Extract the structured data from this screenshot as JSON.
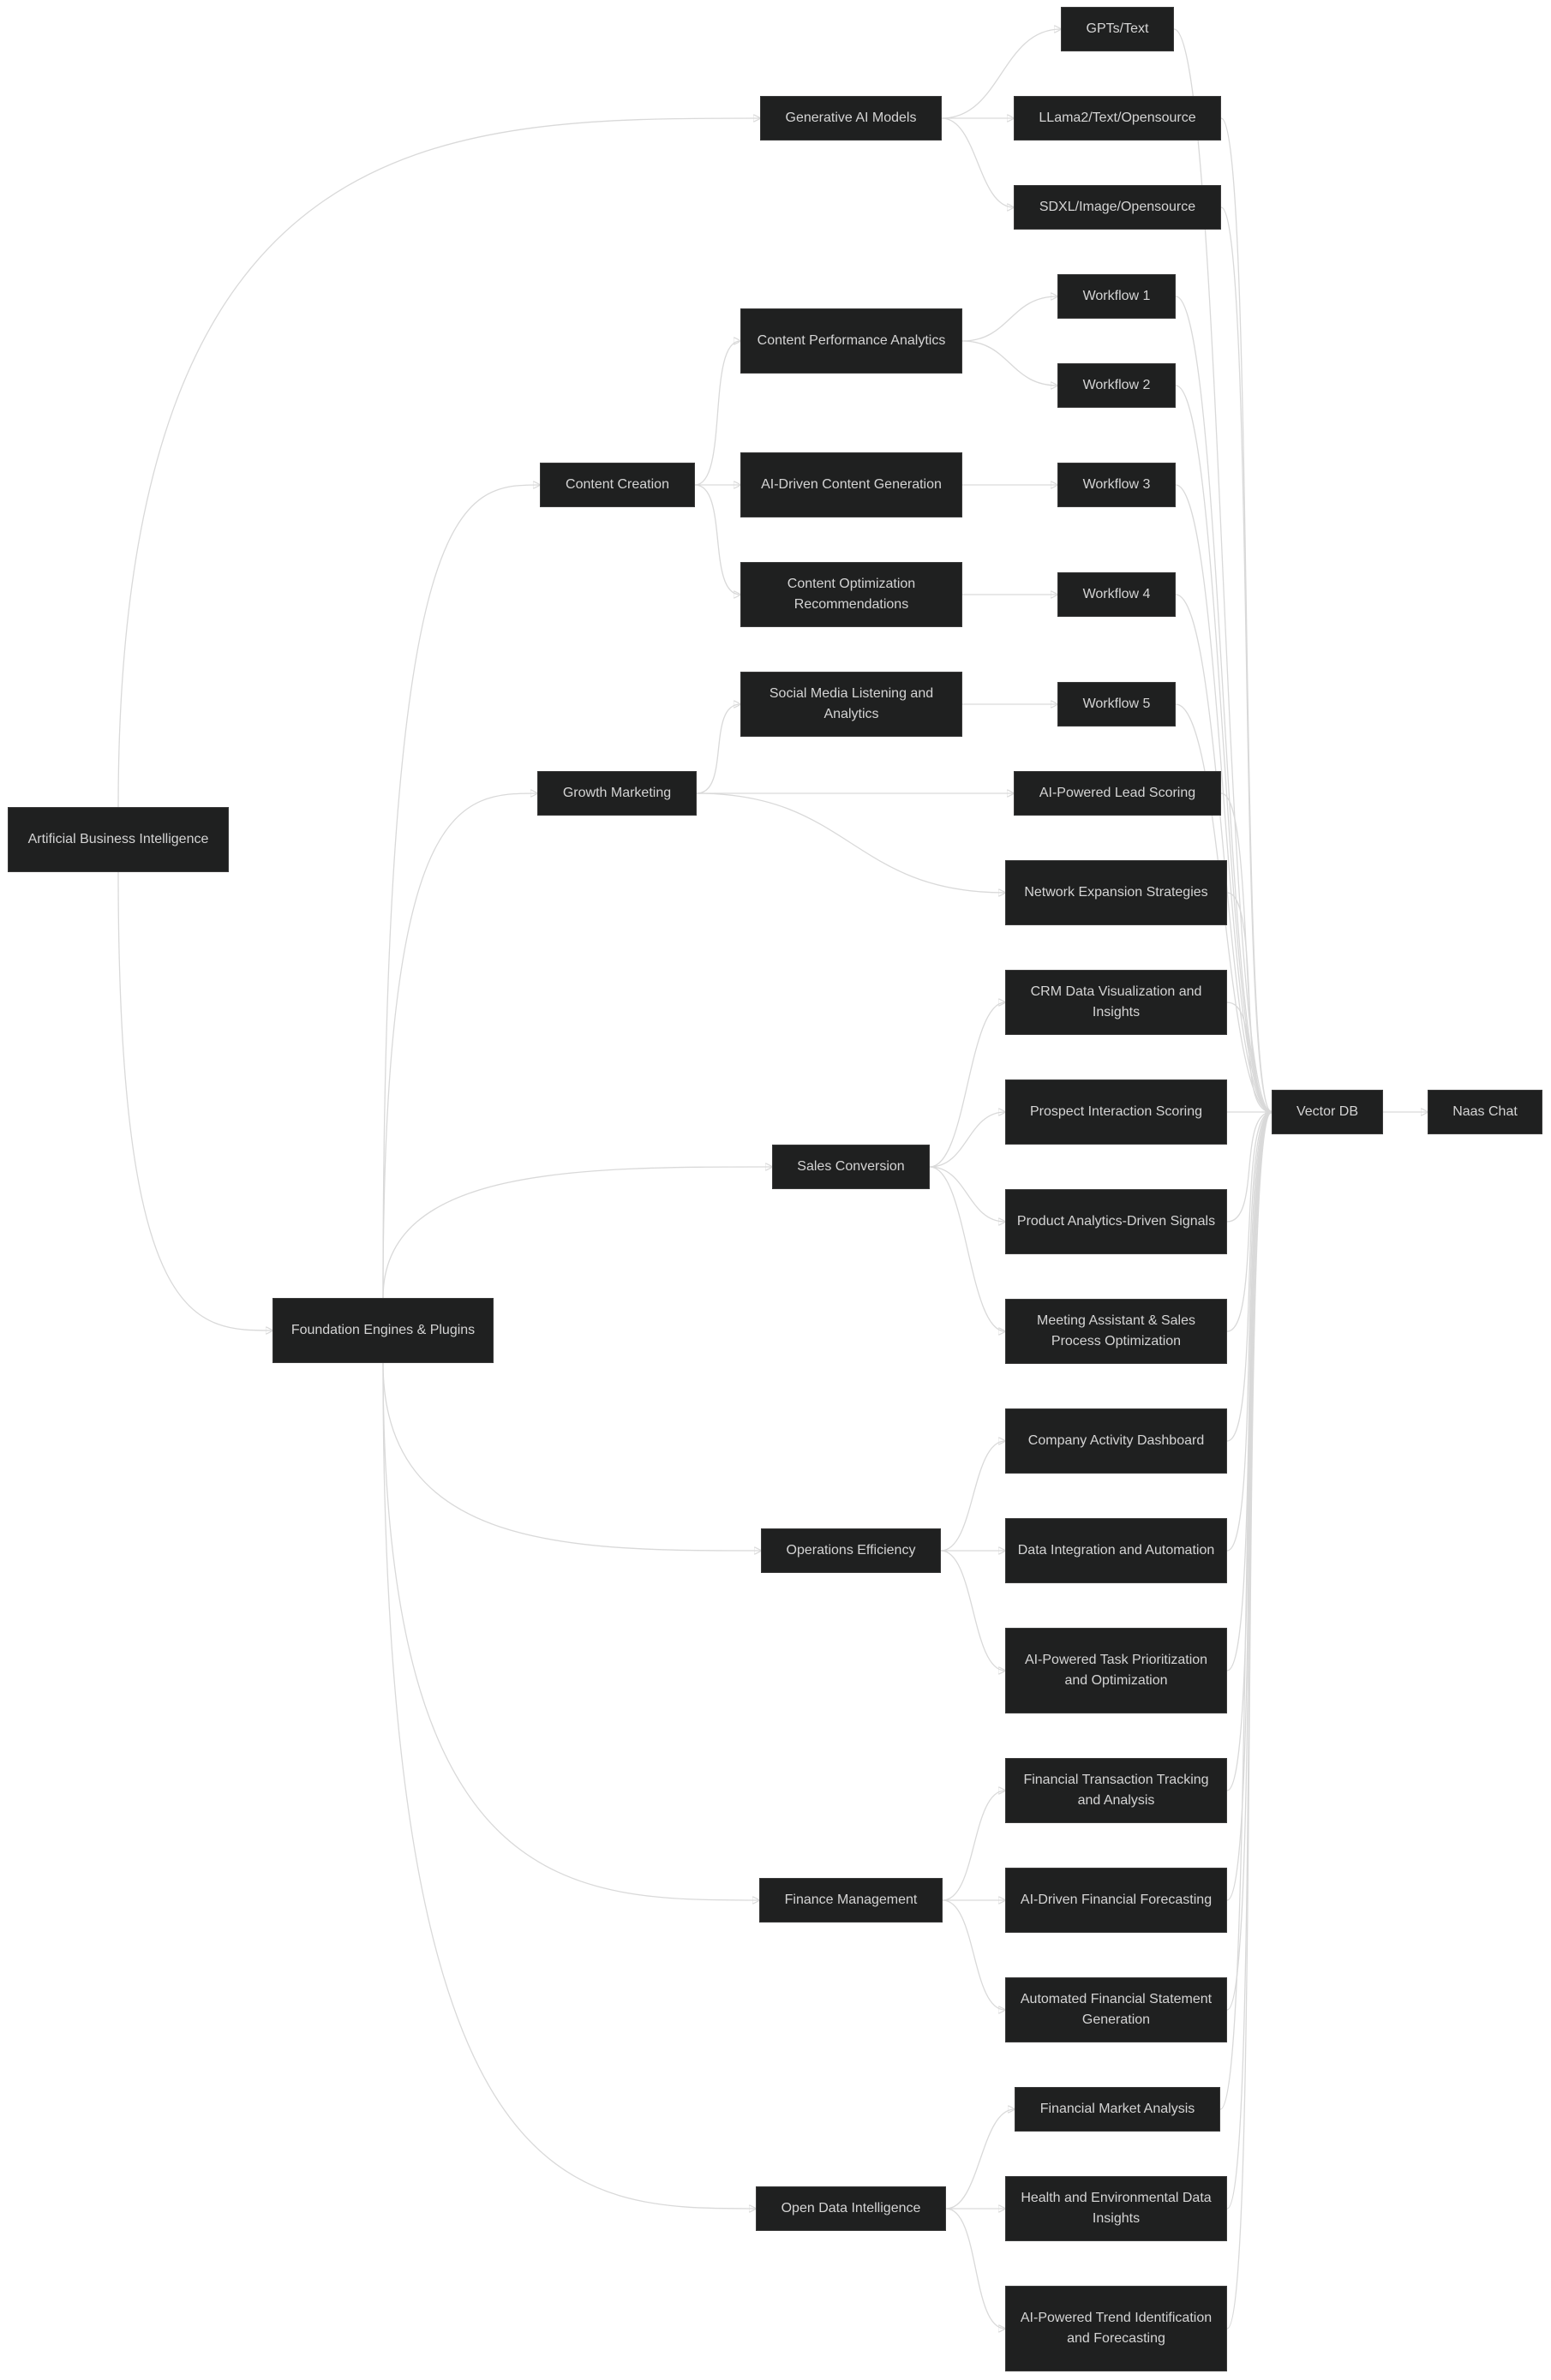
{
  "nodes": {
    "abi": "Artificial Business Intelligence",
    "foundation": "Foundation Engines & Plugins",
    "gen_ai": "Generative AI Models",
    "gpts": "GPTs/Text",
    "llama2": "LLama2/Text/Opensource",
    "sdxl": "SDXL/Image/Opensource",
    "content_creation": "Content Creation",
    "content_perf": "Content Performance Analytics",
    "ai_content": "AI-Driven Content Generation",
    "content_opt": "Content Optimization Recommendations",
    "wf1": "Workflow 1",
    "wf2": "Workflow 2",
    "wf3": "Workflow 3",
    "wf4": "Workflow 4",
    "wf5": "Workflow 5",
    "growth": "Growth Marketing",
    "social": "Social Media Listening and Analytics",
    "lead_scoring": "AI-Powered Lead Scoring",
    "network": "Network Expansion Strategies",
    "sales": "Sales Conversion",
    "crm": "CRM Data Visualization and Insights",
    "prospect": "Prospect Interaction Scoring",
    "product": "Product Analytics-Driven Signals",
    "meeting": "Meeting Assistant & Sales Process Optimization",
    "ops": "Operations Efficiency",
    "company": "Company Activity Dashboard",
    "data_int": "Data Integration and Automation",
    "task": "AI-Powered Task Prioritization and Optimization",
    "finance": "Finance Management",
    "fin_track": "Financial Transaction Tracking and Analysis",
    "fin_forecast": "AI-Driven Financial Forecasting",
    "fin_statement": "Automated Financial Statement Generation",
    "open_data": "Open Data Intelligence",
    "fin_market": "Financial Market Analysis",
    "health": "Health and Environmental Data Insights",
    "trend": "AI-Powered Trend Identification and Forecasting",
    "vector_db": "Vector DB",
    "naas_chat": "Naas Chat"
  },
  "edges": [
    [
      "abi",
      "gen_ai"
    ],
    [
      "abi",
      "foundation"
    ],
    [
      "gen_ai",
      "gpts"
    ],
    [
      "gen_ai",
      "llama2"
    ],
    [
      "gen_ai",
      "sdxl"
    ],
    [
      "foundation",
      "content_creation"
    ],
    [
      "foundation",
      "growth"
    ],
    [
      "foundation",
      "sales"
    ],
    [
      "foundation",
      "ops"
    ],
    [
      "foundation",
      "finance"
    ],
    [
      "foundation",
      "open_data"
    ],
    [
      "content_creation",
      "content_perf"
    ],
    [
      "content_creation",
      "ai_content"
    ],
    [
      "content_creation",
      "content_opt"
    ],
    [
      "content_perf",
      "wf1"
    ],
    [
      "content_perf",
      "wf2"
    ],
    [
      "ai_content",
      "wf3"
    ],
    [
      "content_opt",
      "wf4"
    ],
    [
      "growth",
      "social"
    ],
    [
      "growth",
      "lead_scoring"
    ],
    [
      "growth",
      "network"
    ],
    [
      "social",
      "wf5"
    ],
    [
      "sales",
      "crm"
    ],
    [
      "sales",
      "prospect"
    ],
    [
      "sales",
      "product"
    ],
    [
      "sales",
      "meeting"
    ],
    [
      "ops",
      "company"
    ],
    [
      "ops",
      "data_int"
    ],
    [
      "ops",
      "task"
    ],
    [
      "finance",
      "fin_track"
    ],
    [
      "finance",
      "fin_forecast"
    ],
    [
      "finance",
      "fin_statement"
    ],
    [
      "open_data",
      "fin_market"
    ],
    [
      "open_data",
      "health"
    ],
    [
      "open_data",
      "trend"
    ],
    [
      "gpts",
      "vector_db"
    ],
    [
      "llama2",
      "vector_db"
    ],
    [
      "sdxl",
      "vector_db"
    ],
    [
      "wf1",
      "vector_db"
    ],
    [
      "wf2",
      "vector_db"
    ],
    [
      "wf3",
      "vector_db"
    ],
    [
      "wf4",
      "vector_db"
    ],
    [
      "wf5",
      "vector_db"
    ],
    [
      "lead_scoring",
      "vector_db"
    ],
    [
      "network",
      "vector_db"
    ],
    [
      "crm",
      "vector_db"
    ],
    [
      "prospect",
      "vector_db"
    ],
    [
      "product",
      "vector_db"
    ],
    [
      "meeting",
      "vector_db"
    ],
    [
      "company",
      "vector_db"
    ],
    [
      "data_int",
      "vector_db"
    ],
    [
      "task",
      "vector_db"
    ],
    [
      "fin_track",
      "vector_db"
    ],
    [
      "fin_forecast",
      "vector_db"
    ],
    [
      "fin_statement",
      "vector_db"
    ],
    [
      "fin_market",
      "vector_db"
    ],
    [
      "health",
      "vector_db"
    ],
    [
      "trend",
      "vector_db"
    ],
    [
      "vector_db",
      "naas_chat"
    ]
  ]
}
